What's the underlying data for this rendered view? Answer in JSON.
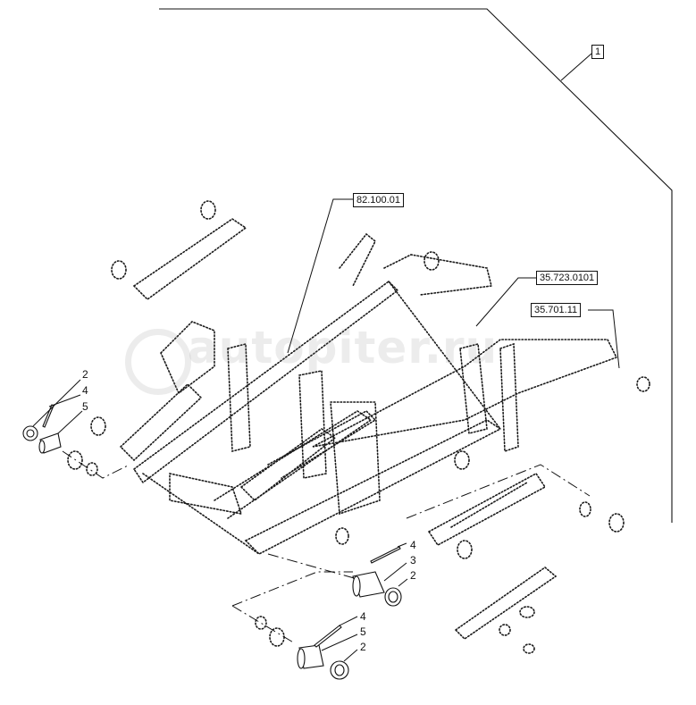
{
  "reference_labels": {
    "group": "1",
    "ref_a": "82.100.01",
    "ref_b": "35.723.0101",
    "ref_c": "35.701.11"
  },
  "callouts": {
    "left_group": [
      "2",
      "4",
      "5"
    ],
    "middle_group": [
      "4",
      "3",
      "2"
    ],
    "bottom_group": [
      "4",
      "5",
      "2"
    ]
  },
  "watermark": "autopiter.ru"
}
